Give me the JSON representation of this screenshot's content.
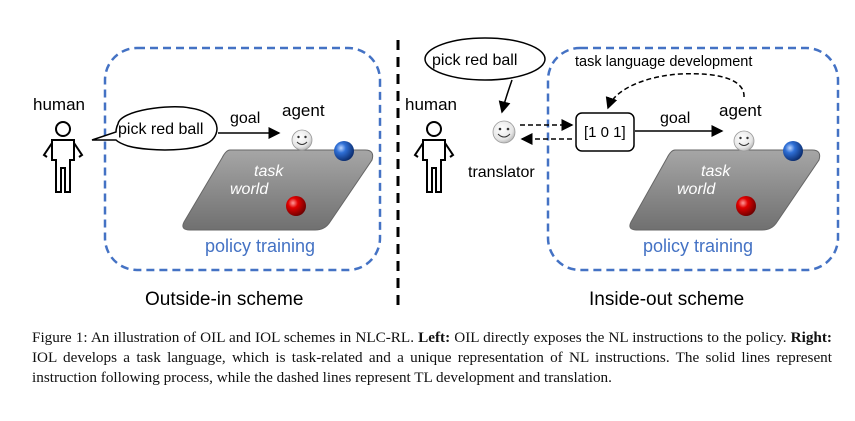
{
  "diagram": {
    "left": {
      "human_label": "human",
      "speech": "pick red ball",
      "goal_label": "goal",
      "agent_label": "agent",
      "world_label_1": "task",
      "world_label_2": "world",
      "box_label": "policy training",
      "scheme_title": "Outside-in scheme"
    },
    "right": {
      "human_label": "human",
      "speech": "pick red ball",
      "translator_label": "translator",
      "vector_label": "[1 0 1]",
      "tl_dev_label": "task language development",
      "goal_label": "goal",
      "agent_label": "agent",
      "world_label_1": "task",
      "world_label_2": "world",
      "box_label": "policy training",
      "scheme_title": "Inside-out scheme"
    }
  },
  "colors": {
    "box_border": "#4472c4",
    "policy_text": "#4472c4",
    "ball_red": "#c00000",
    "ball_blue": "#1f5fbf",
    "world_gray": "#8c8c8c"
  },
  "caption": {
    "prefix": "Figure 1: An illustration of OIL and IOL schemes in NLC-RL. ",
    "left_bold": "Left:",
    "left_text": " OIL directly exposes the NL instructions to the policy. ",
    "right_bold": "Right:",
    "right_text": " IOL develops a task language, which is task-related and a unique representation of NL instructions. The solid lines represent instruction following process, while the dashed lines represent TL development and translation."
  }
}
